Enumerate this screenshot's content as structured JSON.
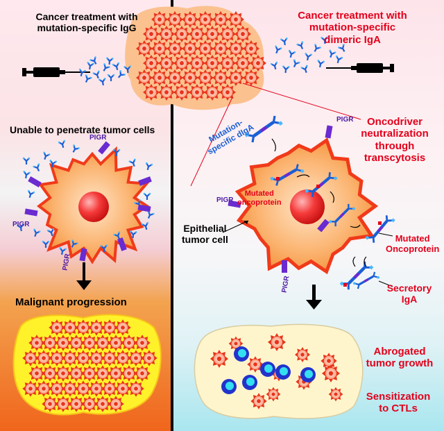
{
  "left_panel": {
    "title_line1": "Cancer treatment with",
    "title_line2": "mutation-specific IgG",
    "status": "Unable to penetrate tumor cells",
    "outcome": "Malignant progression",
    "receptor_label": "PIGR"
  },
  "right_panel": {
    "title_line1": "Cancer treatment with",
    "title_line2": "mutation-specific",
    "title_line3": "dimeric IgA",
    "mechanism_line1": "Oncodriver",
    "mechanism_line2": "neutralization",
    "mechanism_line3": "through",
    "mechanism_line4": "transcytosis",
    "antibody_label_line1": "Mutation-",
    "antibody_label_line2": "specific dIgA",
    "mutated_label_line1": "Mutated",
    "mutated_label_line2": "oncoprotein",
    "cell_label_line1": "Epithelial",
    "cell_label_line2": "tumor cell",
    "mutated_out_line1": "Mutated",
    "mutated_out_line2": "Oncoprotein",
    "secretory_line1": "Secretory",
    "secretory_line2": "IgA",
    "outcome_line1": "Abrogated",
    "outcome_line2": "tumor growth",
    "outcome2_line1": "Sensitization",
    "outcome2_line2": "to CTLs",
    "receptor_label": "PIGR"
  },
  "colors": {
    "title_red": "#e3001b",
    "antibody_blue": "#1a5fd6",
    "receptor_purple": "#6a2bd0",
    "tumor_orange": "#f08c1a",
    "nucleus_red": "#e62020",
    "ctl_blue": "#2233cc",
    "ctl_cyan": "#34e0f0"
  },
  "icons": [
    "syringe-icon",
    "antibody-icon",
    "tumor-cell-icon",
    "pigr-receptor-icon",
    "t-cell-icon",
    "down-arrow-icon"
  ]
}
